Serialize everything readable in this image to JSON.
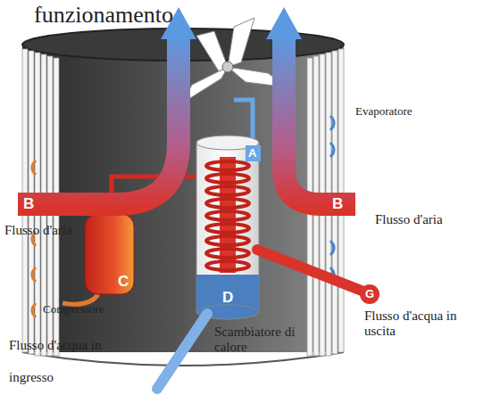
{
  "diagram": {
    "title": "funzionamento",
    "labels": [
      "Evaporatore",
      "B",
      "A",
      "B",
      "Flusso d'aria",
      "Flusso d'aria",
      "C",
      "D",
      "G",
      "Compressore",
      "Scambiatore di calore",
      "Flusso d'acqua in uscita",
      "Flusso d'acqua in ingresso"
    ]
  }
}
